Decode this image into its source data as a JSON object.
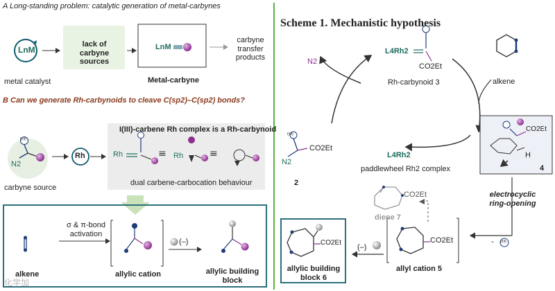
{
  "panel_a": {
    "header": "A Long-standing problem: catalytic generation of metal-carbynes",
    "lm_label": "LnM",
    "metal_catalyst": "metal catalyst",
    "lack_label": "lack of carbyne sources",
    "lnm_carbyne_label": "LnM",
    "metal_carbyne": "Metal-carbyne",
    "products_label": "carbyne transfer products"
  },
  "panel_b": {
    "header": "B Can we generate Rh-carbynoids to cleave C(sp2)–C(sp2) bonds?",
    "i3_label": "I(III)",
    "n2_label": "N2",
    "rh_label": "Rh",
    "box_title": "I(III)-carbene Rh complex is a Rh-carbynoid",
    "dual_label": "dual carbene-carbocation behaviour",
    "carbyne_source": "carbyne source",
    "rh_fragment": "Rh",
    "sigma_pi": "σ & π-bond activation",
    "alkene": "alkene",
    "allylic_cation": "allylic cation",
    "anion_label": "(–)",
    "allylic_block": "allylic building block"
  },
  "scheme": {
    "title": "Scheme 1. Mechanistic hypothesis",
    "n2": "N2",
    "l4rh2_carbynoid": "L4Rh2",
    "co2et_top": "CO2Et",
    "rh_carbynoid_label": "Rh-carbynoid 3",
    "alkene": "alkene",
    "i3_label": "I(III)",
    "co2et_left": "CO2Et",
    "n2_left": "N2",
    "compound2": "2",
    "l4rh2_cat": "L4Rh2",
    "paddlewheel": "paddlewheel Rh2 complex",
    "co2et_4": "CO2Et",
    "h_label": "H",
    "compound4": "4",
    "electrocyclic": "electrocyclic ring-opening",
    "co2et_diene": "CO2Et",
    "diene7": "diene 7",
    "minus_label": "-",
    "minus_i3": "I(III)",
    "anion": "(–)",
    "co2et_cation": "CO2Et",
    "allyl_cation": "allyl cation 5",
    "co2et_block": "CO2Et",
    "allylic_block": "allylic building block 6",
    "watermark": "化学加"
  }
}
